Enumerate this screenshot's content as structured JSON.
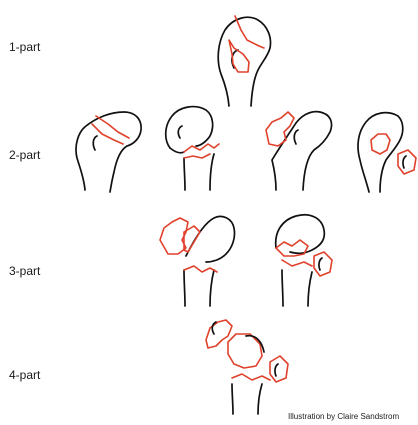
{
  "rows": [
    {
      "label": "1-part"
    },
    {
      "label": "2-part"
    },
    {
      "label": "3-part"
    },
    {
      "label": "4-part"
    }
  ],
  "credit": "Illustration by Claire Sandstrom",
  "colors": {
    "bone_outline": "#111111",
    "fracture_line": "#e0412b",
    "background": "#ffffff"
  }
}
